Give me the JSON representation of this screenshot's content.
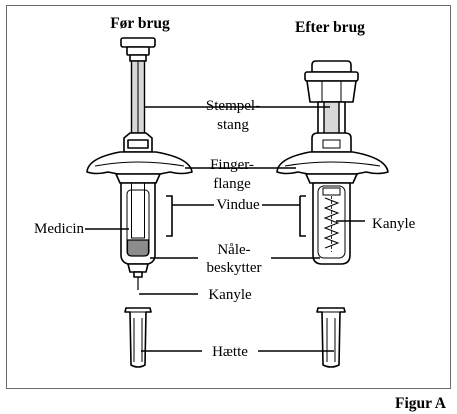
{
  "headings": {
    "before": "Før brug",
    "after": "Efter brug"
  },
  "labels": {
    "plunger_line1": "Stempel-",
    "plunger_line2": "stang",
    "finger_line1": "Finger-",
    "finger_line2": "flange",
    "window": "Vindue",
    "medicine": "Medicin",
    "needle_guard_line1": "Nåle-",
    "needle_guard_line2": "beskytter",
    "needle_middle": "Kanyle",
    "needle_right": "Kanyle",
    "cap": "Hætte"
  },
  "caption": "Figur A",
  "colors": {
    "outline": "#000000",
    "medicine": "#8c8c8c",
    "rod": "#d8d8d8"
  }
}
